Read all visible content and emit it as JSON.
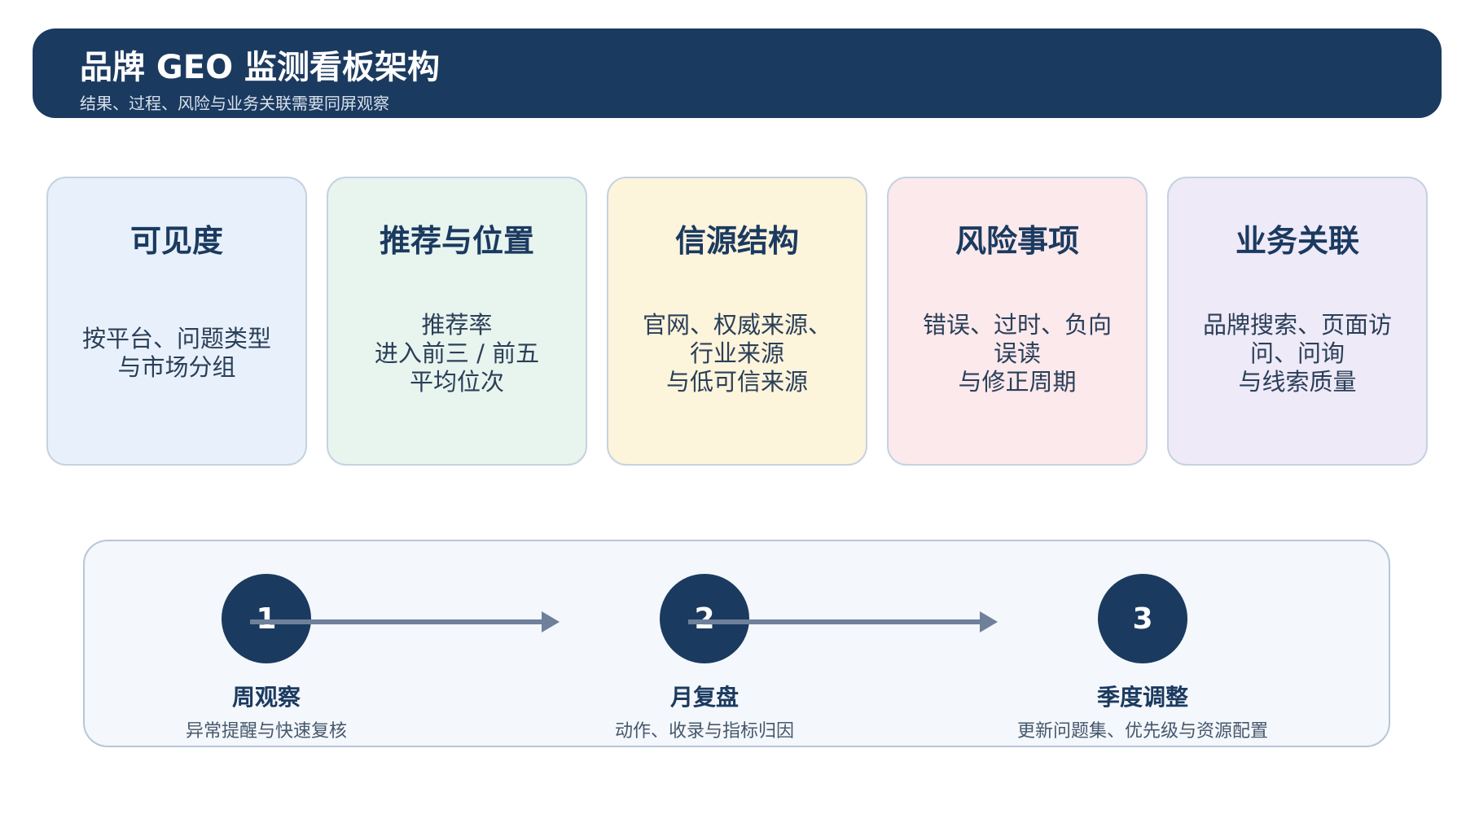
{
  "header": {
    "title": "品牌 GEO 监测看板架构",
    "subtitle": "结果、过程、风险与业务关联需要同屏观察"
  },
  "cards": [
    {
      "title": "可见度",
      "description": "按平台、问题类型\n与市场分组",
      "background": "#e8f1fb"
    },
    {
      "title": "推荐与位置",
      "description": "推荐率\n进入前三 / 前五\n平均位次",
      "background": "#e8f4ee"
    },
    {
      "title": "信源结构",
      "description": "官网、权威来源、\n行业来源\n与低可信来源",
      "background": "#fdf4dc"
    },
    {
      "title": "风险事项",
      "description": "错误、过时、负向\n误读\n与修正周期",
      "background": "#fbe9ec"
    },
    {
      "title": "业务关联",
      "description": "品牌搜索、页面访\n问、问询\n与线索质量",
      "background": "#efeaf8"
    }
  ],
  "cadence": {
    "steps": [
      {
        "number": "1",
        "title": "周观察",
        "description": "异常提醒与快速复核"
      },
      {
        "number": "2",
        "title": "月复盘",
        "description": "动作、收录与指标归因"
      },
      {
        "number": "3",
        "title": "季度调整",
        "description": "更新问题集、优先级与资源配置"
      }
    ]
  },
  "colors": {
    "primary": "#1b3a60",
    "arrow": "#6e809a",
    "panel_background": "#f4f7fb",
    "border": "#c5d2e0"
  }
}
